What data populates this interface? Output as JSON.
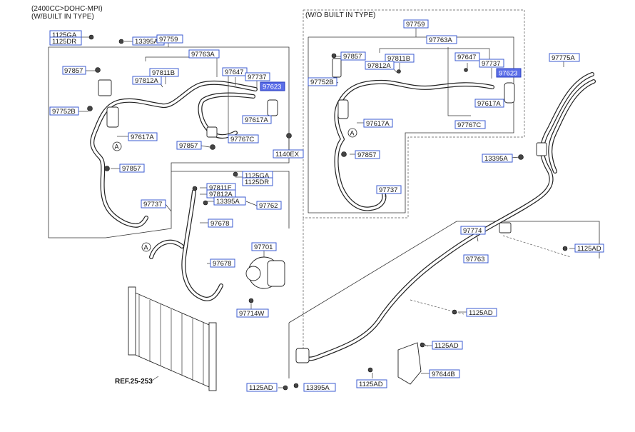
{
  "header": {
    "line1": "(2400CC>DOHC-MPI)",
    "line2": "(W/BUILT IN TYPE)"
  },
  "inset": {
    "title": "(W/O BUILT IN TYPE)"
  },
  "reference": "REF.25-253",
  "circle_marker": "A",
  "labels": {
    "l_1125ga_a": "1125GA",
    "l_1125dr_a": "1125DR",
    "l_13395a_a": "13395A",
    "l_97759_a": "97759",
    "l_97763a_a": "97763A",
    "l_97857_a": "97857",
    "l_97811b_a": "97811B",
    "l_97812a_a": "97812A",
    "l_97647_a": "97647",
    "l_97737_a": "97737",
    "l_97623_a": "97623",
    "l_97752b_a": "97752B",
    "l_97617a_a": "97617A",
    "l_97617a_b": "97617A",
    "l_97857_b": "97857",
    "l_97767c_a": "97767C",
    "l_1140ex": "1140EX",
    "l_97857_c": "97857",
    "l_1125ga_b": "1125GA",
    "l_1125dr_b": "1125DR",
    "l_97811f": "97811F",
    "l_97812a_b": "97812A",
    "l_13395a_b": "13395A",
    "l_97762": "97762",
    "l_97737_b": "97737",
    "l_97678_a": "97678",
    "l_97701": "97701",
    "l_97678_b": "97678",
    "l_97714w": "97714W",
    "i_97759": "97759",
    "i_97763a": "97763A",
    "i_97857_a": "97857",
    "i_97811b": "97811B",
    "i_97812a": "97812A",
    "i_97647": "97647",
    "i_97737_a": "97737",
    "i_97623": "97623",
    "i_97752b": "97752B",
    "i_97617a_a": "97617A",
    "i_97617a_b": "97617A",
    "i_97767c": "97767C",
    "i_97857_b": "97857",
    "i_97737_b": "97737",
    "r_97775a": "97775A",
    "r_13395a": "13395A",
    "r_97774": "97774",
    "r_97763": "97763",
    "r_1125ad_a": "1125AD",
    "r_1125ad_b": "1125AD",
    "r_1125ad_c": "1125AD",
    "r_97644b": "97644B",
    "r_1125ad_d": "1125AD",
    "r_1125ad_e": "1125AD",
    "r_13395a_b": "13395A"
  },
  "colors": {
    "label_border": "#3b5bd0",
    "highlight_fill": "#5b6ee8",
    "line": "#222222"
  }
}
